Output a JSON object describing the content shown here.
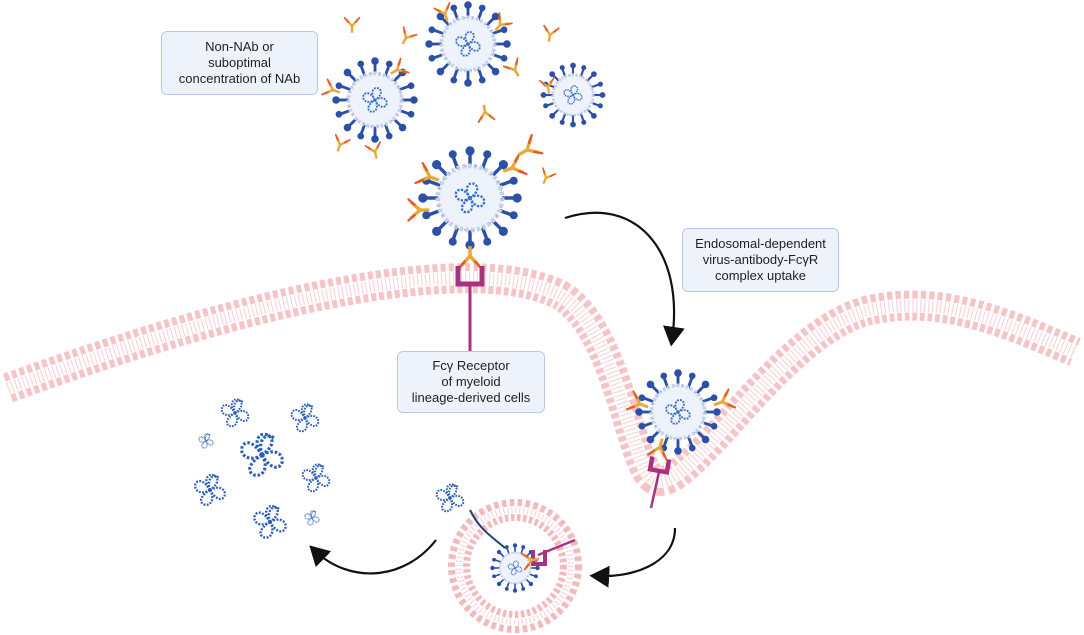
{
  "labels": {
    "non_nab": [
      "Non-NAb  or",
      "suboptimal",
      "concentration of NAb"
    ],
    "endosomal": [
      "Endosomal-dependent",
      "virus-antibody-FcγR",
      "complex uptake"
    ],
    "fc_receptor": [
      "Fcγ Receptor",
      "of myeloid",
      "lineage-derived cells"
    ]
  },
  "colors": {
    "membrane": "#f4b9bd",
    "membrane_dark": "#ecaaaf",
    "virus_spike": "#2c4fa8",
    "virus_envelope": "#c2d3ef",
    "virus_core": "#3b6fc9",
    "antibody_heavy": "#e8a93a",
    "antibody_light": "#e35a2a",
    "receptor": "#a8327f",
    "arrow": "#111111",
    "label_fill": "#eef3fb",
    "label_border": "#b9c9e3"
  },
  "icons": [
    "virus-icon",
    "antibody-icon",
    "fc-receptor-icon",
    "rna-fragment-icon",
    "curved-arrow-icon"
  ]
}
